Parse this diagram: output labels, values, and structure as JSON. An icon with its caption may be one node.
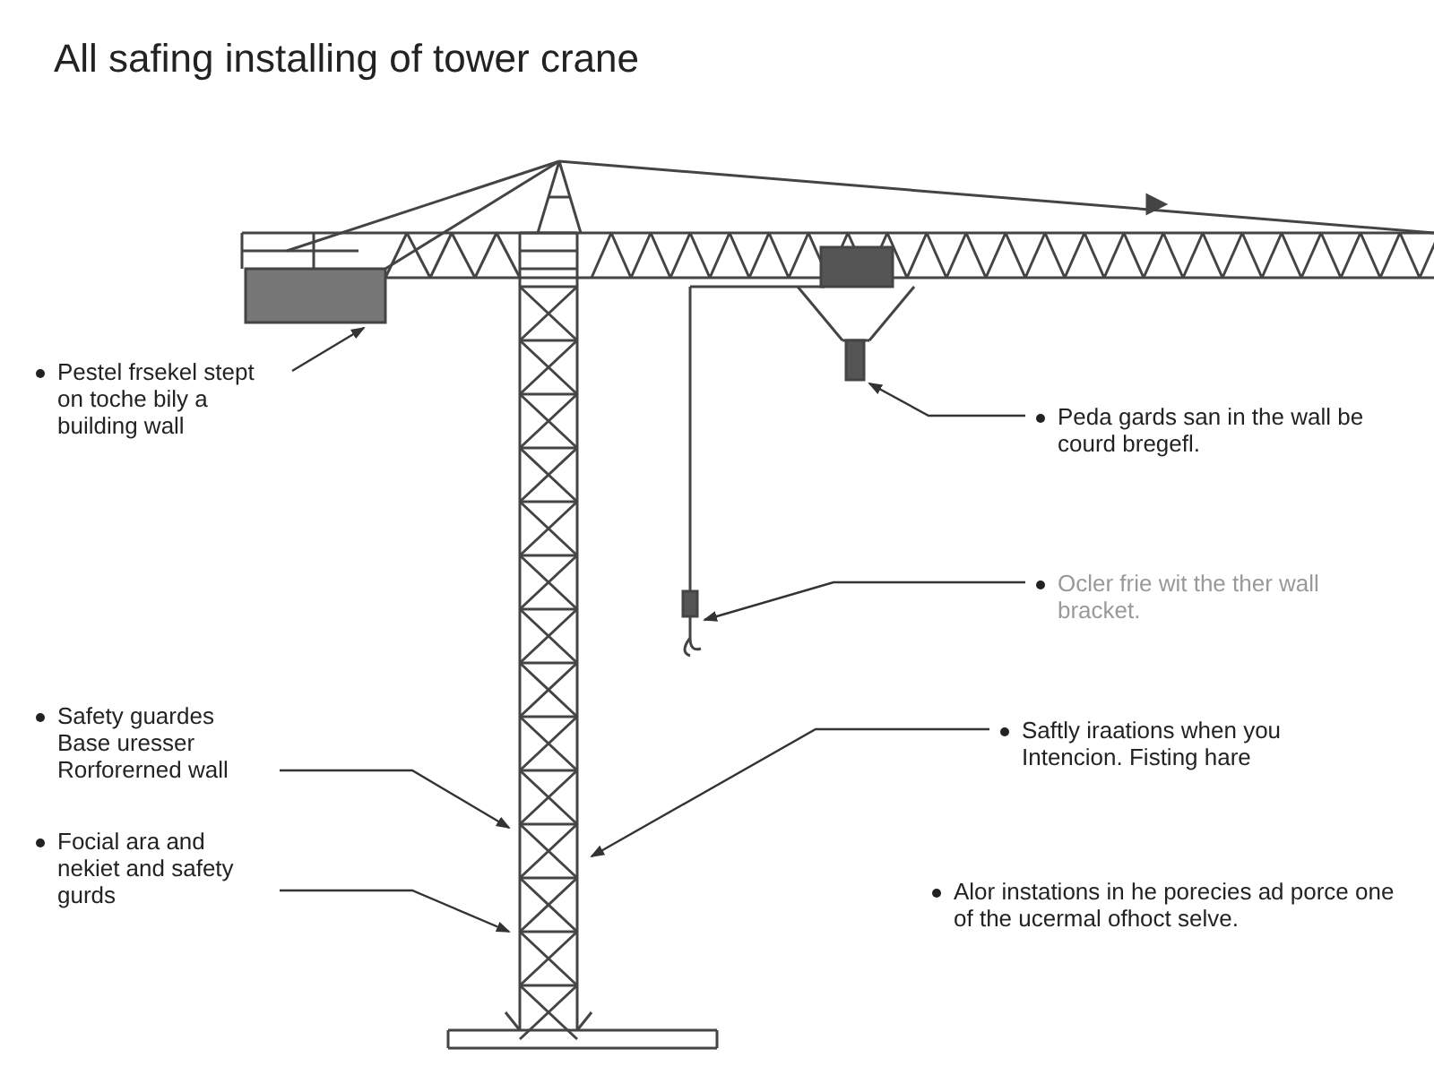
{
  "diagram": {
    "title": "All safing installing of tower crane",
    "nodes": [
      {
        "text": [
          "Pestel frsekel stept on toche bily a building wall"
        ]
      },
      {
        "text": [
          "Peda gards san in the wall be courd bregefl."
        ]
      },
      {
        "text": [
          "Ocler frie wit the ther wall bracket."
        ]
      },
      {
        "text": [
          "Safety guardes Base uresser Rorforerned wall"
        ]
      },
      {
        "text": [
          "Focial ara and nekiet and safety gurds"
        ]
      },
      {
        "text": [
          "Saftly iraations when you Intencion. Fisting hare"
        ]
      }
    ],
    "edges": [
      {
        "from": 0,
        "to": null,
        "arrow": "to"
      },
      {
        "from": 1,
        "to": null,
        "arrow": "to"
      },
      {
        "from": 2,
        "to": null,
        "arrow": "to"
      },
      {
        "from": 3,
        "to": null,
        "arrow": "to"
      },
      {
        "from": 4,
        "to": null,
        "arrow": "to"
      },
      {
        "from": 5,
        "to": null,
        "arrow": "to"
      }
    ],
    "labels": [
      "Alor instations in he porecies ad porce one of the ucermal ofhoct selve."
    ]
  }
}
